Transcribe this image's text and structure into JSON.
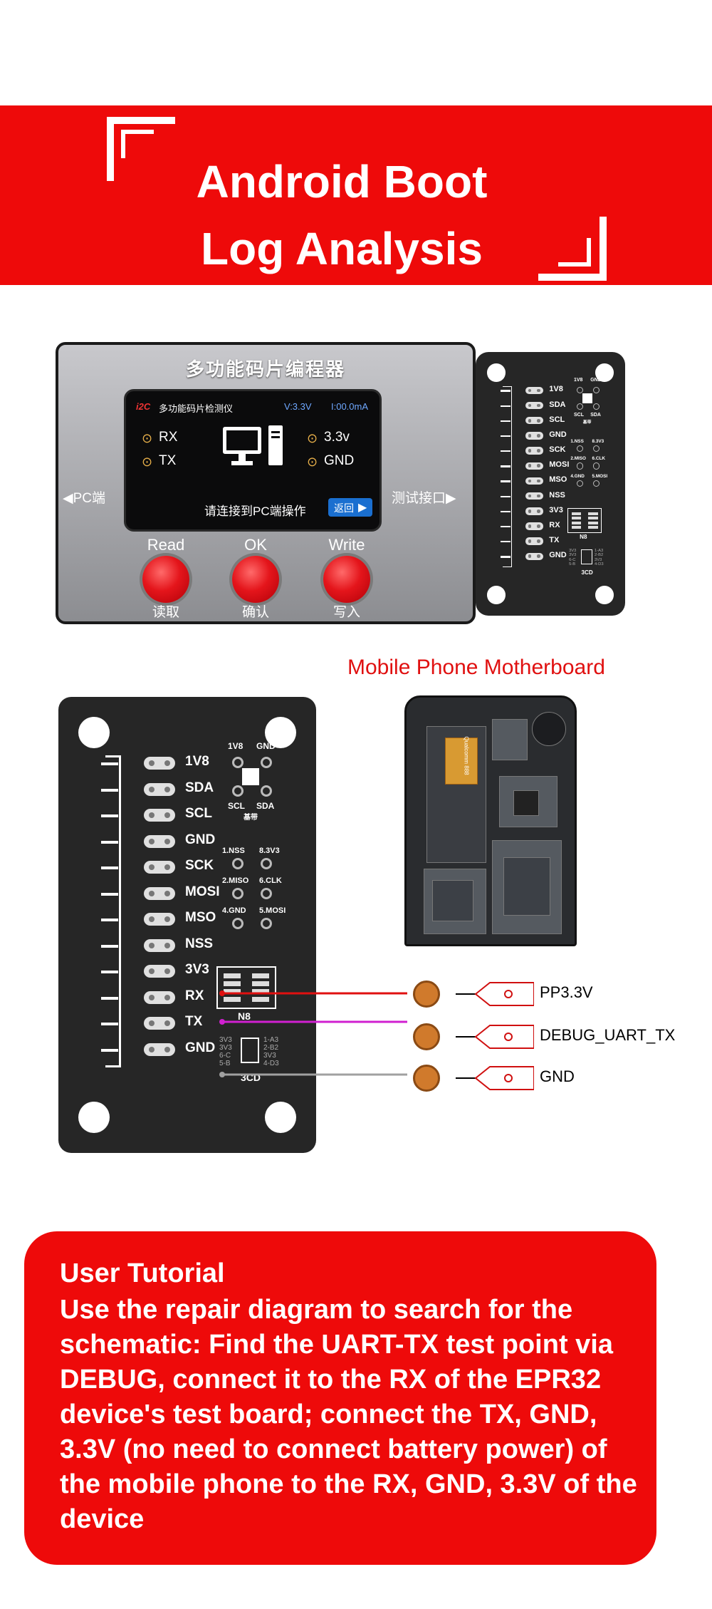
{
  "banner": {
    "title_line1": "Android Boot",
    "title_line2": "Log Analysis"
  },
  "device": {
    "title": "多功能码片编程器",
    "screen": {
      "brand": "i2C",
      "title": "多功能码片检测仪",
      "voltage": "V:3.3V",
      "current": "I:00.0mA",
      "left_pins": [
        "RX",
        "TX"
      ],
      "right_pins": [
        "3.3v",
        "GND"
      ],
      "message": "请连接到PC端操作",
      "back_button": "返回"
    },
    "left_label": "◀PC端",
    "right_label": "测试接口▶",
    "buttons": [
      {
        "label": "Read",
        "sub": "读取"
      },
      {
        "label": "OK",
        "sub": "确认"
      },
      {
        "label": "Write",
        "sub": "写入"
      }
    ]
  },
  "adapter": {
    "pins": [
      "1V8",
      "SDA",
      "SCL",
      "GND",
      "SCK",
      "MOSI",
      "MSO",
      "NSS",
      "3V3",
      "RX",
      "TX",
      "GND"
    ],
    "i2c_top": [
      "1V8",
      "GND"
    ],
    "i2c_bottom": [
      "SCL",
      "SDA"
    ],
    "i2c_note": "基带",
    "spi_rows": [
      [
        "1.NSS",
        "8.3V3"
      ],
      [
        "2.MISO",
        "6.CLK"
      ],
      [
        "4.GND",
        "5.MOSI"
      ]
    ],
    "n8_label": "N8",
    "cd3_label": "3CD",
    "cd3_left": [
      "3V3",
      "3V3",
      "6-C",
      "5-B"
    ],
    "cd3_right": [
      "1-A3",
      "2-B2",
      "3V3",
      "4-D3"
    ]
  },
  "phone": {
    "title": "Mobile Phone Motherboard",
    "chip_text": "Qualcomm 888"
  },
  "test_points": [
    {
      "label": "PP3.3V",
      "color": "#e01010"
    },
    {
      "label": "DEBUG_UART_TX",
      "color": "#d020d0"
    },
    {
      "label": "GND",
      "color": "#a0a0a0"
    }
  ],
  "tutorial": {
    "title": "User Tutorial",
    "body": "Use the repair diagram to search for the schematic: Find the UART-TX test point via DEBUG, connect it to the RX of the EPR32 device's test board; connect the TX, GND, 3.3V (no need to connect battery power) of the mobile phone to the RX, GND, 3.3V of the device"
  },
  "colors": {
    "brand_red": "#ee0a0a",
    "board": "#262626",
    "accent_blue": "#1a6fd0"
  }
}
